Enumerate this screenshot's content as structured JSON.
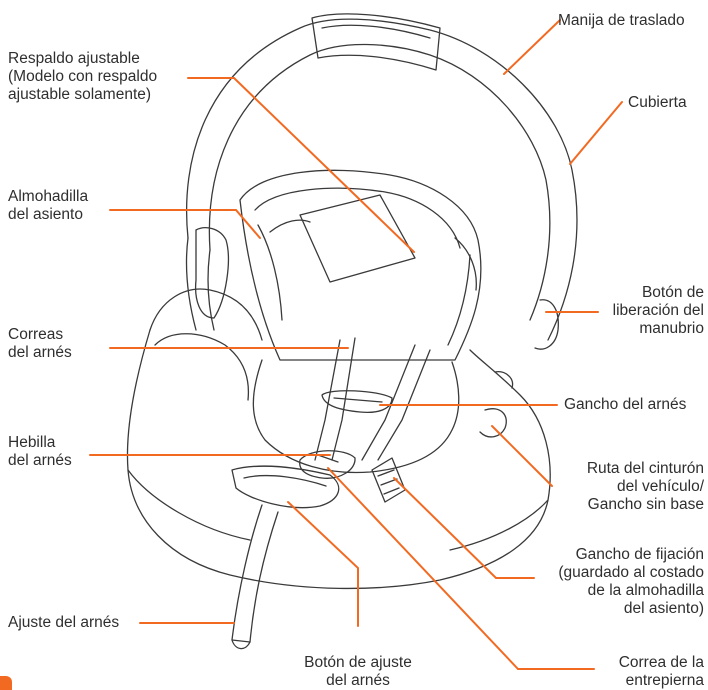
{
  "labels": {
    "carry_handle": "Manija de traslado",
    "adjustable_back": [
      "Respaldo ajustable",
      "(Modelo con respaldo",
      "ajustable solamente)"
    ],
    "canopy": "Cubierta",
    "seat_pad": [
      "Almohadilla",
      "del asiento"
    ],
    "handle_release": [
      "Botón de",
      "liberación del",
      "manubrio"
    ],
    "harness_straps": [
      "Correas",
      "del arnés"
    ],
    "harness_clip": "Gancho del arnés",
    "buckle": [
      "Hebilla",
      "del arnés"
    ],
    "belt_path": [
      "Ruta del cinturón",
      "del vehículo/",
      "Gancho sin base"
    ],
    "latch_hook": [
      "Gancho de fijación",
      "(guardado al costado",
      "de la almohadilla",
      "del asiento)"
    ],
    "harness_adjust": "Ajuste del arnés",
    "adjust_button": [
      "Botón de ajuste",
      "del arnés"
    ],
    "crotch_strap": [
      "Correa de la",
      "entrepierna"
    ]
  },
  "colors": {
    "leader": "#f26a21",
    "outline": "#3a3a3a"
  }
}
